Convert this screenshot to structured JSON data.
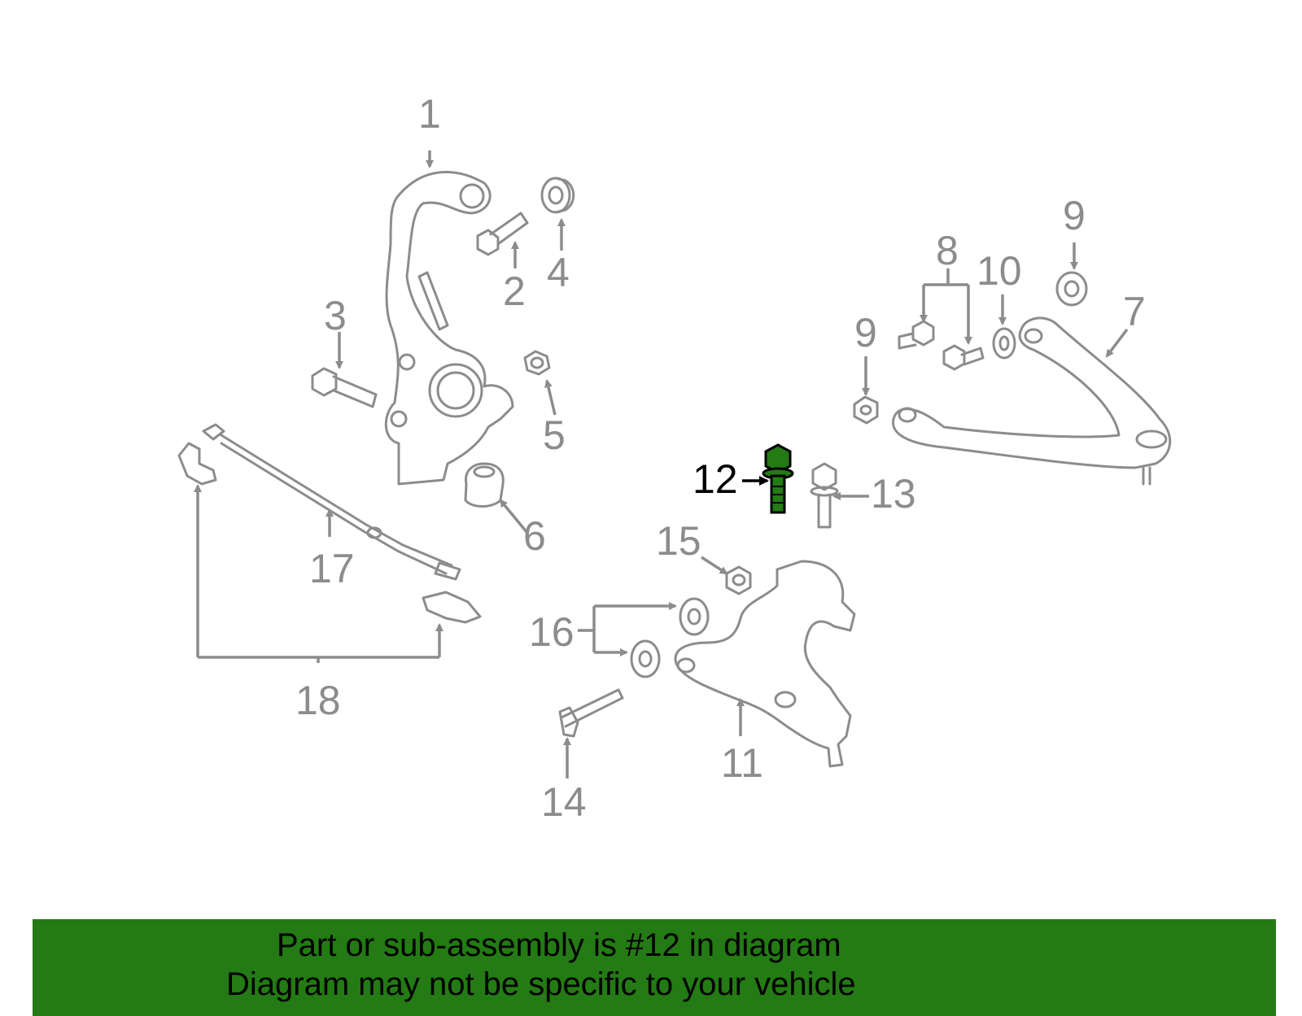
{
  "diagram": {
    "highlight_color": "#247a14",
    "part_color": "#8c8c8c",
    "callouts": [
      {
        "id": "1",
        "label": "1"
      },
      {
        "id": "2",
        "label": "2"
      },
      {
        "id": "3",
        "label": "3"
      },
      {
        "id": "4",
        "label": "4"
      },
      {
        "id": "5",
        "label": "5"
      },
      {
        "id": "6",
        "label": "6"
      },
      {
        "id": "7",
        "label": "7"
      },
      {
        "id": "8",
        "label": "8"
      },
      {
        "id": "9a",
        "label": "9"
      },
      {
        "id": "9b",
        "label": "9"
      },
      {
        "id": "10",
        "label": "10"
      },
      {
        "id": "11",
        "label": "11"
      },
      {
        "id": "12",
        "label": "12"
      },
      {
        "id": "13",
        "label": "13"
      },
      {
        "id": "14",
        "label": "14"
      },
      {
        "id": "15",
        "label": "15"
      },
      {
        "id": "16",
        "label": "16"
      },
      {
        "id": "17",
        "label": "17"
      },
      {
        "id": "18",
        "label": "18"
      }
    ]
  },
  "banner": {
    "background": "#247a14",
    "line1": "Part or sub-assembly is #12 in diagram",
    "line2": "Diagram may not be specific to your vehicle"
  }
}
